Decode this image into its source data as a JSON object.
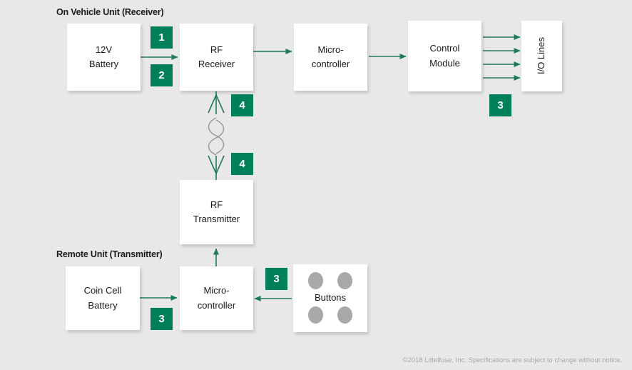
{
  "diagram": {
    "title_receiver": "On Vehicle Unit (Receiver)",
    "title_transmitter": "Remote Unit (Transmitter)",
    "accent_green": "#00805a",
    "wire_green": "#1c7a56",
    "background": "#e8e8e8",
    "nodes": {
      "battery_12v": "12V\nBattery",
      "rf_receiver": "RF\nReceiver",
      "micro_top": "Micro-\ncontroller",
      "control_module": "Control\nModule",
      "io_lines": "I/O Lines",
      "rf_transmitter": "RF\nTransmitter",
      "coin_cell": "Coin Cell\nBattery",
      "micro_bottom": "Micro-\ncontroller",
      "buttons": "Buttons"
    },
    "badges": {
      "b1": "1",
      "b2": "2",
      "b4_top": "4",
      "b4_bottom": "4",
      "b3_io": "3",
      "b3_coin": "3",
      "b3_buttons": "3"
    },
    "icons": {
      "antenna_receive": "antenna-icon",
      "antenna_transmit": "antenna-icon",
      "rf_wave": "rf-wave-icon",
      "button_dot": "button-dot-icon"
    }
  },
  "footer": {
    "copyright": "©2018 Littelfuse, Inc. Specifications are subject to change without notice."
  }
}
